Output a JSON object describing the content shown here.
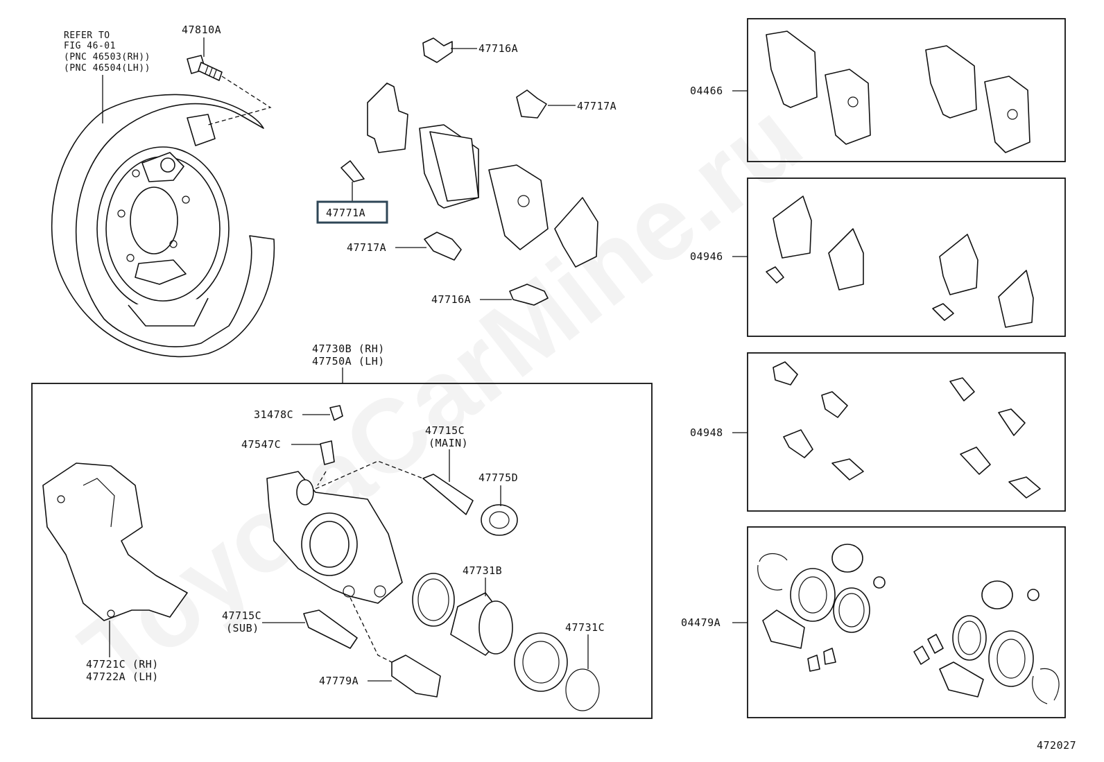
{
  "diagram": {
    "watermark": "ToyotaCarMine.ru",
    "figure_number": "472027",
    "refer_note": [
      "REFER TO",
      "FIG 46-01",
      "(PNC 46503(RH))",
      "(PNC 46504(LH))"
    ],
    "labels": {
      "p47810A": "47810A",
      "p47716A_top": "47716A",
      "p47717A_top": "47717A",
      "p47771A": "47771A",
      "p47717A_mid": "47717A",
      "p47716A_bot": "47716A",
      "p47730B": "47730B (RH)",
      "p47750A": "47750A (LH)",
      "p31478C": "31478C",
      "p47547C": "47547C",
      "p47715C_main": "47715C",
      "main_note": "(MAIN)",
      "p47775D": "47775D",
      "p47731B": "47731B",
      "p47715C_sub": "47715C",
      "sub_note": "(SUB)",
      "p47731C": "47731C",
      "p47721C": "47721C (RH)",
      "p47722A": "47722A (LH)",
      "p47779A": "47779A"
    },
    "kits": [
      {
        "code": "04466"
      },
      {
        "code": "04946"
      },
      {
        "code": "04948"
      },
      {
        "code": "04479A"
      }
    ]
  }
}
